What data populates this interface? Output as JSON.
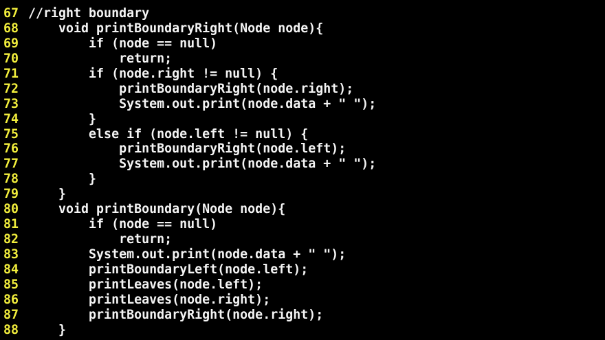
{
  "editor": {
    "colors": {
      "background": "#000000",
      "line_number": "#f2ee3c",
      "code_text": "#f4f4f4"
    },
    "lines": [
      {
        "number": "67",
        "code": "//right boundary"
      },
      {
        "number": "68",
        "code": "    void printBoundaryRight(Node node){"
      },
      {
        "number": "69",
        "code": "        if (node == null)"
      },
      {
        "number": "70",
        "code": "            return;"
      },
      {
        "number": "71",
        "code": "        if (node.right != null) {"
      },
      {
        "number": "72",
        "code": "            printBoundaryRight(node.right);"
      },
      {
        "number": "73",
        "code": "            System.out.print(node.data + \" \");"
      },
      {
        "number": "74",
        "code": "        }"
      },
      {
        "number": "75",
        "code": "        else if (node.left != null) {"
      },
      {
        "number": "76",
        "code": "            printBoundaryRight(node.left);"
      },
      {
        "number": "77",
        "code": "            System.out.print(node.data + \" \");"
      },
      {
        "number": "78",
        "code": "        }"
      },
      {
        "number": "79",
        "code": "    }"
      },
      {
        "number": "80",
        "code": "    void printBoundary(Node node){"
      },
      {
        "number": "81",
        "code": "        if (node == null)"
      },
      {
        "number": "82",
        "code": "            return;"
      },
      {
        "number": "83",
        "code": "        System.out.print(node.data + \" \");"
      },
      {
        "number": "84",
        "code": "        printBoundaryLeft(node.left);"
      },
      {
        "number": "85",
        "code": "        printLeaves(node.left);"
      },
      {
        "number": "86",
        "code": "        printLeaves(node.right);"
      },
      {
        "number": "87",
        "code": "        printBoundaryRight(node.right);"
      },
      {
        "number": "88",
        "code": "    }"
      }
    ]
  }
}
